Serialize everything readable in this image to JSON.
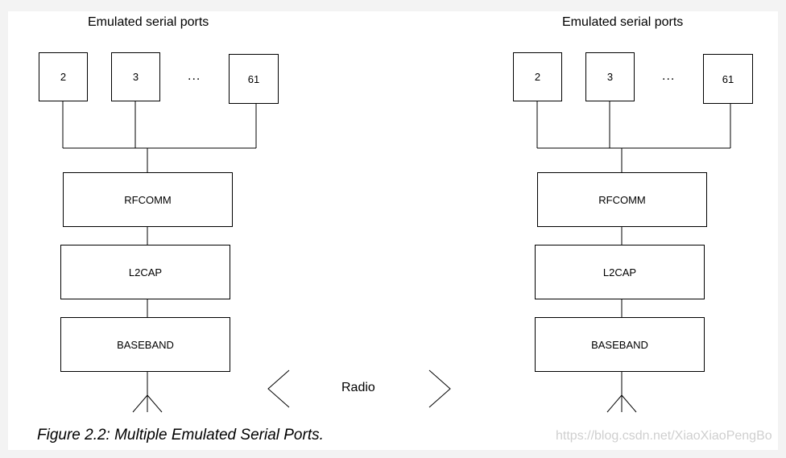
{
  "left_stack": {
    "heading": "Emulated serial ports",
    "ports": [
      "2",
      "3",
      "61"
    ],
    "ellipsis": "...",
    "layers": [
      "RFCOMM",
      "L2CAP",
      "BASEBAND"
    ]
  },
  "right_stack": {
    "heading": "Emulated serial ports",
    "ports": [
      "2",
      "3",
      "61"
    ],
    "ellipsis": "...",
    "layers": [
      "RFCOMM",
      "L2CAP",
      "BASEBAND"
    ]
  },
  "radio_label": "Radio",
  "caption": "Figure 2.2: Multiple Emulated Serial Ports.",
  "watermark": "https://blog.csdn.net/XiaoXiaoPengBo"
}
